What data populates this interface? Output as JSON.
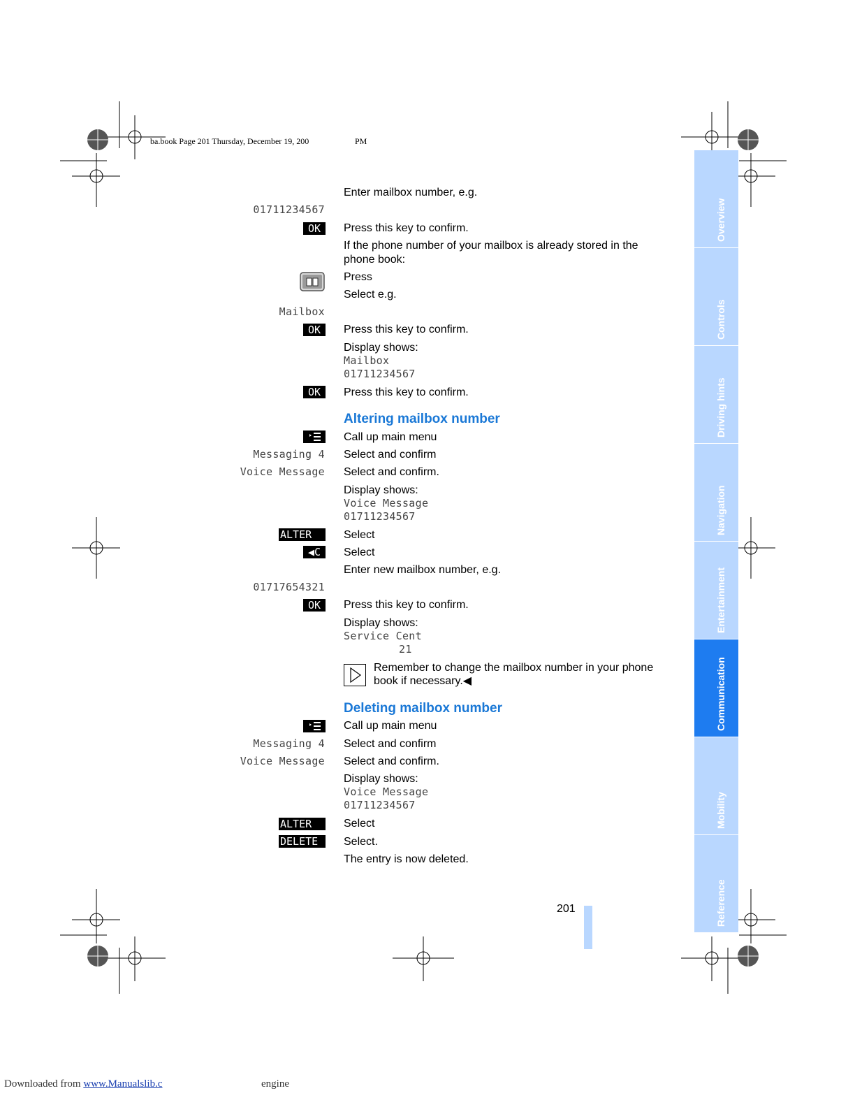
{
  "header": {
    "text": "ba.book  Page 201  Thursday, December 19, 200",
    "pm": "PM"
  },
  "tabs": [
    {
      "label": "Overview",
      "active": false
    },
    {
      "label": "Controls",
      "active": false
    },
    {
      "label": "Driving hints",
      "active": false
    },
    {
      "label": "Navigation",
      "active": false
    },
    {
      "label": "Entertainment",
      "active": false
    },
    {
      "label": "Communication",
      "active": true
    },
    {
      "label": "Mobility",
      "active": false
    },
    {
      "label": "Reference",
      "active": false
    }
  ],
  "section1": {
    "enter_mailbox": "Enter mailbox number, e.g.",
    "number_example": "01711234567",
    "ok_key": "OK",
    "press_confirm_1": "Press this key to confirm.",
    "if_stored": "If the phone number of your mailbox is already stored in the phone book:",
    "press": "Press",
    "select_eg": "Select e.g.",
    "mailbox_lcd": "Mailbox",
    "press_confirm_2": "Press this key to confirm.",
    "display_shows": "Display shows:",
    "display_line1": "Mailbox",
    "display_line2": "01711234567",
    "press_confirm_3": "Press this key to confirm."
  },
  "section2": {
    "heading": "Altering mailbox number",
    "call_menu": "Call up main menu",
    "messaging_lcd": "Messaging 4",
    "select_and_confirm_1": "Select and confirm",
    "voice_lcd": "Voice Message",
    "select_and_confirm_2": "Select and confirm.",
    "display_shows": "Display shows:",
    "display_line1": "Voice Message",
    "display_line2": "01711234567",
    "alter_key": "ALTER",
    "select_1": "Select",
    "clear_key": "◀C",
    "select_2": "Select",
    "enter_new": "Enter new mailbox number, e.g.",
    "new_number": "01717654321",
    "ok_key": "OK",
    "press_confirm": "Press this key to confirm.",
    "display_shows_2": "Display shows:",
    "display2_line1": "Service Cent",
    "display2_line2": "21",
    "note": "Remember to change the mailbox number in your phone book if necessary.◀"
  },
  "section3": {
    "heading": "Deleting mailbox number",
    "call_menu": "Call up main menu",
    "messaging_lcd": "Messaging 4",
    "select_and_confirm_1": "Select and confirm",
    "voice_lcd": "Voice Message",
    "select_and_confirm_2": "Select and confirm.",
    "display_shows": "Display shows:",
    "display_line1": "Voice Message",
    "display_line2": "01711234567",
    "alter_key": "ALTER",
    "select_1": "Select",
    "delete_key": "DELETE",
    "select_2": "Select.",
    "deleted": "The entry is now deleted."
  },
  "page_number": "201",
  "footer": {
    "prefix": "Downloaded from ",
    "link": "www.Manualslib.c",
    "suffix": "engine"
  }
}
